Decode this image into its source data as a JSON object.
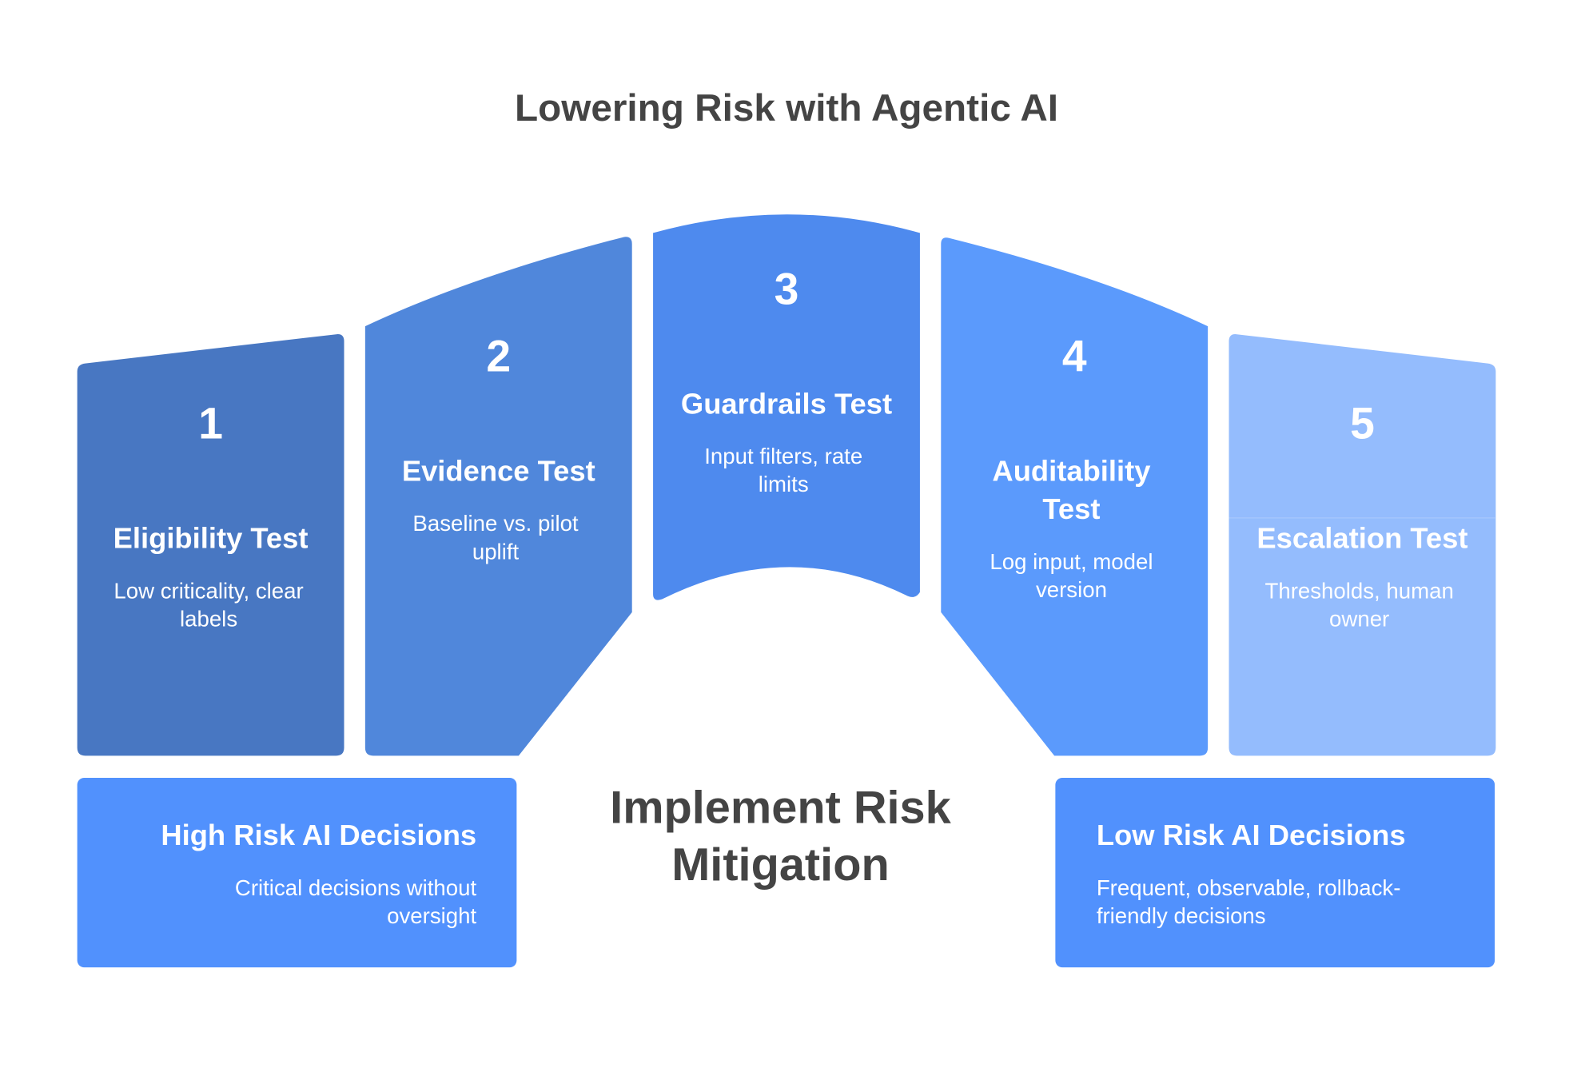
{
  "title": "Lowering Risk with Agentic AI",
  "center_label": [
    "Implement Risk",
    "Mitigation"
  ],
  "colors": {
    "step1": "#4877c2",
    "step2": "#5087db",
    "step3": "#4e8aee",
    "step4": "#5b9afc",
    "step5": "#94bcfd",
    "boxes": "#5191fd",
    "title": "#444444"
  },
  "steps": [
    {
      "number": "1",
      "title": [
        "Eligibility Test"
      ],
      "desc": [
        "Low criticality, clear",
        "labels"
      ]
    },
    {
      "number": "2",
      "title": [
        "Evidence Test"
      ],
      "desc": [
        "Baseline vs. pilot",
        "uplift"
      ]
    },
    {
      "number": "3",
      "title": [
        "Guardrails Test"
      ],
      "desc": [
        "Input filters, rate",
        "limits"
      ]
    },
    {
      "number": "4",
      "title": [
        "Auditability",
        "Test"
      ],
      "desc": [
        "Log input, model",
        "version"
      ]
    },
    {
      "number": "5",
      "title": [
        "Escalation Test"
      ],
      "desc": [
        "Thresholds, human",
        "owner"
      ]
    }
  ],
  "high_risk": {
    "title": "High Risk AI Decisions",
    "desc": [
      "Critical decisions without",
      "oversight"
    ]
  },
  "low_risk": {
    "title": "Low Risk AI Decisions",
    "desc": [
      "Frequent, observable, rollback-",
      "friendly decisions"
    ]
  }
}
